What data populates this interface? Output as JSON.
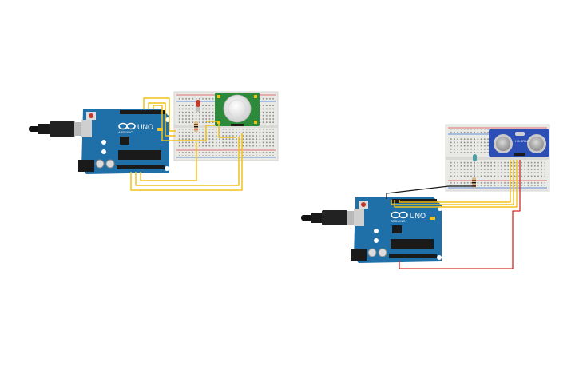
{
  "circuits": [
    {
      "id": "pir",
      "board": {
        "logo": "ARDUINO",
        "model": "UNO"
      },
      "sensor": {
        "name": "PIR motion sensor"
      }
    },
    {
      "id": "ultrasonic",
      "board": {
        "logo": "ARDUINO",
        "model": "UNO"
      },
      "sensor": {
        "label": "HC-SR04"
      }
    }
  ],
  "colors": {
    "board": "#1f6fa8",
    "board_dark": "#175a8b",
    "breadboard": "#e9e9e6",
    "wire_yellow": "#f2c21a",
    "wire_black": "#1a1a1a",
    "wire_red": "#d42a2a",
    "sensor_pcb_green": "#2e8a3b",
    "sensor_pcb_blue": "#2b4fb5",
    "led_red": "#c0392b",
    "led_teal": "#4a9fa8"
  }
}
